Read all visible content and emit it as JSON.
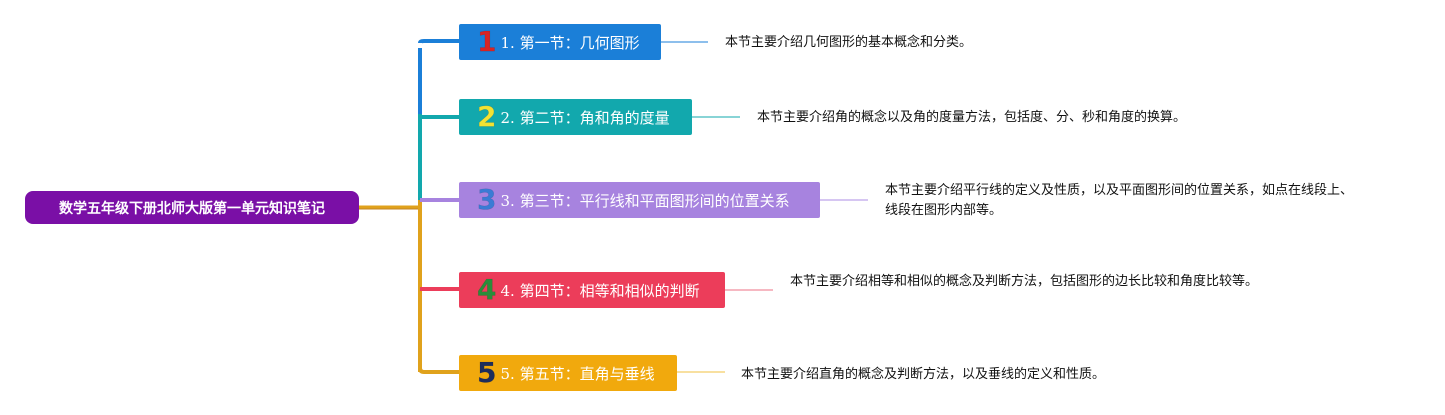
{
  "root": {
    "title": "数学五年级下册北师大版第一单元知识笔记",
    "color": "#7a0fa6"
  },
  "sections": [
    {
      "number": "1",
      "label": "1. 第一节：几何图形",
      "note": "本节主要介绍几何图形的基本概念和分类。",
      "box_color": "#1b7fd8",
      "number_color": "#d92424"
    },
    {
      "number": "2",
      "label": "2. 第二节：角和角的度量",
      "note": "本节主要介绍角的概念以及角的度量方法，包括度、分、秒和角度的换算。",
      "box_color": "#12a8ad",
      "number_color": "#f2e233"
    },
    {
      "number": "3",
      "label": "3. 第三节：平行线和平面图形间的位置关系",
      "note": "本节主要介绍平行线的定义及性质，以及平面图形间的位置关系，如点在线段上、线段在图形内部等。",
      "box_color": "#a783df",
      "number_color": "#3a7bd5"
    },
    {
      "number": "4",
      "label": "4. 第四节：相等和相似的判断",
      "note": "本节主要介绍相等和相似的概念及判断方法，包括图形的边长比较和角度比较等。",
      "box_color": "#ec3d5a",
      "number_color": "#2a8c3a"
    },
    {
      "number": "5",
      "label": "5. 第五节：直角与垂线",
      "note": "本节主要介绍直角的概念及判断方法，以及垂线的定义和性质。",
      "box_color": "#f1a90d",
      "number_color": "#1d2d5c"
    }
  ]
}
